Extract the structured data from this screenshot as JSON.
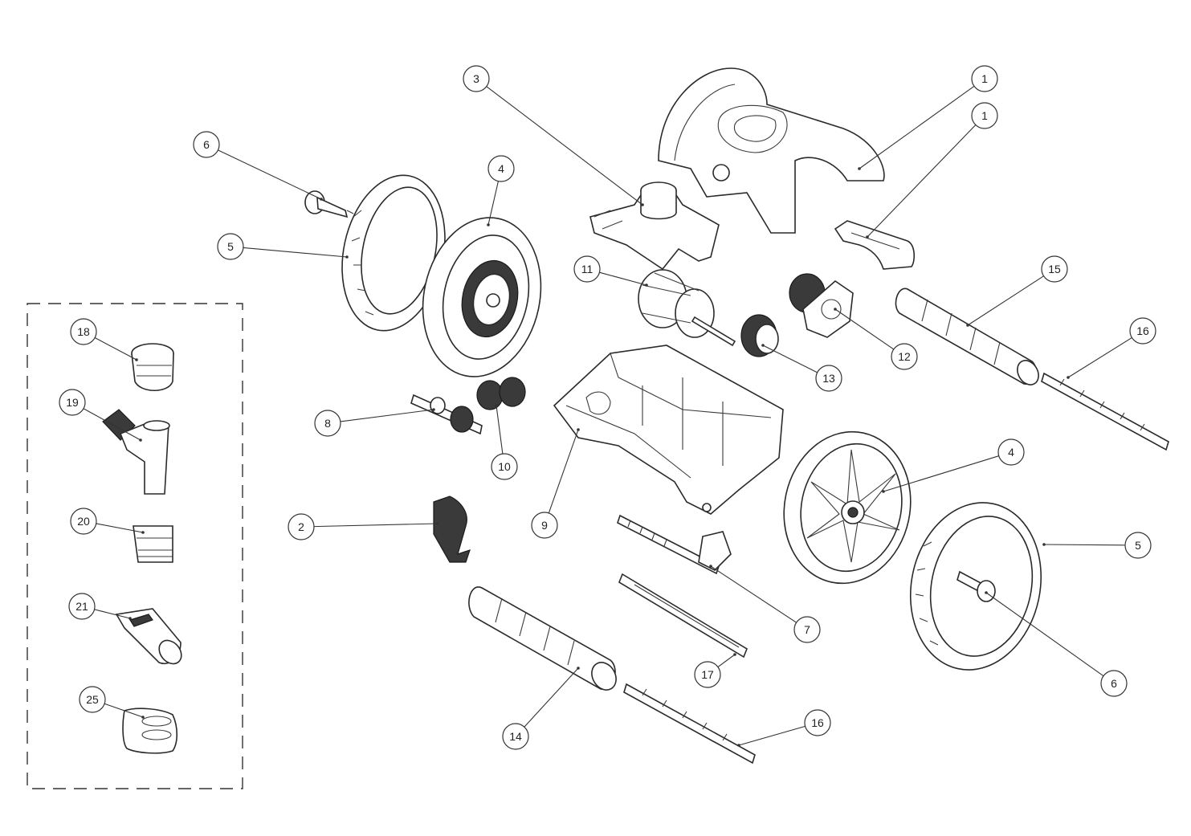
{
  "diagram": {
    "type": "exploded-parts-view",
    "accessory_kit": {
      "callouts": [
        "18",
        "19",
        "20",
        "21",
        "25"
      ]
    },
    "callouts": [
      {
        "id": "c1a",
        "label": "1",
        "target": "top-cover"
      },
      {
        "id": "c1b",
        "label": "1",
        "target": "front-bumper"
      },
      {
        "id": "c2",
        "label": "2",
        "target": "deflector-flap"
      },
      {
        "id": "c3",
        "label": "3",
        "target": "suction-inlet"
      },
      {
        "id": "c4a",
        "label": "4",
        "target": "drive-wheel-left"
      },
      {
        "id": "c4b",
        "label": "4",
        "target": "drive-wheel-right"
      },
      {
        "id": "c5a",
        "label": "5",
        "target": "tire-left"
      },
      {
        "id": "c5b",
        "label": "5",
        "target": "tire-right"
      },
      {
        "id": "c6a",
        "label": "6",
        "target": "axle-pin-left"
      },
      {
        "id": "c6b",
        "label": "6",
        "target": "axle-pin-right"
      },
      {
        "id": "c7",
        "label": "7",
        "target": "drive-shaft"
      },
      {
        "id": "c8",
        "label": "8",
        "target": "gear-shaft"
      },
      {
        "id": "c9",
        "label": "9",
        "target": "chassis"
      },
      {
        "id": "c10",
        "label": "10",
        "target": "double-gear"
      },
      {
        "id": "c11",
        "label": "11",
        "target": "turbine"
      },
      {
        "id": "c12",
        "label": "12",
        "target": "gear-plate"
      },
      {
        "id": "c13",
        "label": "13",
        "target": "turbine-gear"
      },
      {
        "id": "c14",
        "label": "14",
        "target": "brush-roller-front"
      },
      {
        "id": "c15",
        "label": "15",
        "target": "brush-roller-rear"
      },
      {
        "id": "c16a",
        "label": "16",
        "target": "roller-axle-rear"
      },
      {
        "id": "c16b",
        "label": "16",
        "target": "roller-axle-front"
      },
      {
        "id": "c17",
        "label": "17",
        "target": "connecting-bar"
      },
      {
        "id": "c18",
        "label": "18",
        "target": "hose-nut"
      },
      {
        "id": "c19",
        "label": "19",
        "target": "swivel-connector"
      },
      {
        "id": "c20",
        "label": "20",
        "target": "adapter"
      },
      {
        "id": "c21",
        "label": "21",
        "target": "hose-cuff"
      },
      {
        "id": "c25",
        "label": "25",
        "target": "hose-weight"
      }
    ]
  }
}
